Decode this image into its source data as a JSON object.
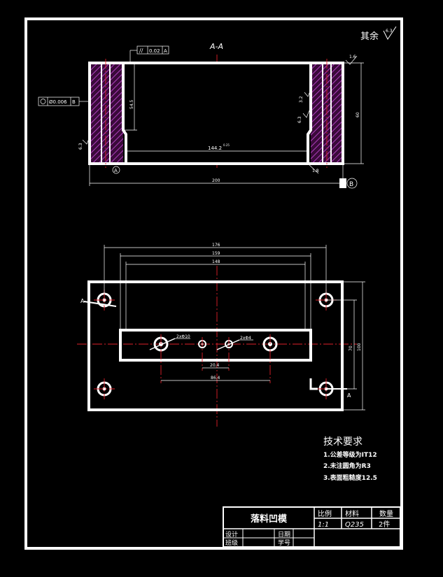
{
  "title_block": {
    "part_name": "落料凹模",
    "ratio_label": "比例",
    "ratio_value": "1:1",
    "material_label": "材料",
    "material_value": "Q235",
    "qty_label": "数量",
    "qty_value": "2件",
    "design_label": "设计",
    "date_label": "日期",
    "class_label": "班级",
    "student_id_label": "学号"
  },
  "roughness_note": {
    "prefix": "其余",
    "value": "6.3"
  },
  "section_view": {
    "label": "A-A",
    "flatness_tol": {
      "symbol": "//",
      "value": "0.02",
      "datum": "A"
    },
    "cylindricity_tol": {
      "symbol": "Ø",
      "value": "Ø0.006",
      "datum": "B"
    },
    "dims": {
      "overall_width": "200",
      "inner_width": "144.2",
      "inner_tol": "0.25",
      "height": "60",
      "depth": "54.5",
      "chamfer": "1.8",
      "rough_left": "6.3",
      "rough_r1": "3.2",
      "rough_r2": "6.3",
      "rough_top": "1.6"
    },
    "datum_a": "A",
    "datum_b": "B"
  },
  "plan_view": {
    "section_mark": "A",
    "dims": {
      "d176": "176",
      "d159": "159",
      "d148": "148",
      "d70": "70",
      "d100": "100",
      "d204": "20.4",
      "d864": "86.4",
      "hole1": "2xΦ10",
      "hole2": "2xΦ4"
    }
  },
  "tech_requirements": {
    "title": "技术要求",
    "items": [
      "1.公差等级为IT12",
      "2.未注圆角为R3",
      "3.表面粗糙度12.5"
    ]
  }
}
